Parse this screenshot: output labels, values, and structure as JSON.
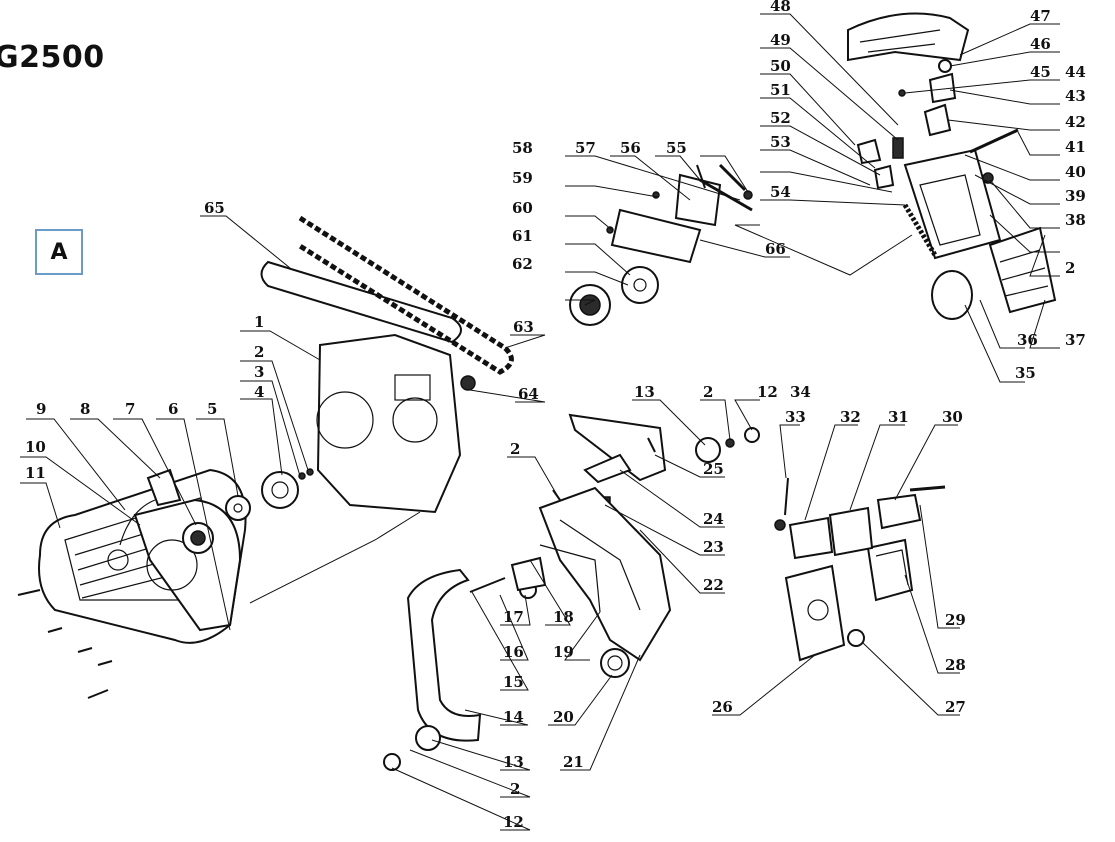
{
  "title": "G2500",
  "view_label": "A",
  "callouts": [
    "1",
    "2",
    "3",
    "4",
    "5",
    "6",
    "7",
    "8",
    "9",
    "10",
    "11",
    "12",
    "13",
    "14",
    "15",
    "16",
    "17",
    "18",
    "19",
    "20",
    "21",
    "22",
    "23",
    "24",
    "25",
    "26",
    "27",
    "28",
    "29",
    "30",
    "31",
    "32",
    "33",
    "34",
    "35",
    "36",
    "37",
    "38",
    "39",
    "40",
    "41",
    "42",
    "43",
    "44",
    "45",
    "46",
    "47",
    "48",
    "49",
    "50",
    "51",
    "52",
    "53",
    "54",
    "55",
    "56",
    "57",
    "58",
    "59",
    "60",
    "61",
    "62",
    "63",
    "64",
    "65",
    "66",
    "2",
    "2",
    "2",
    "2",
    "13",
    "12",
    "13",
    "2",
    "12"
  ]
}
